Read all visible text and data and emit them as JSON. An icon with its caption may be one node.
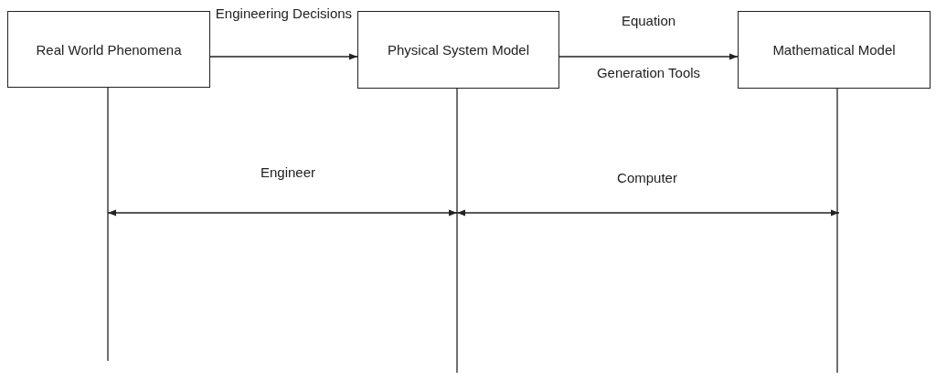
{
  "diagram": {
    "nodes": [
      {
        "text": [
          "Real World Phenomena"
        ]
      },
      {
        "text": [
          "Physical System Model"
        ]
      },
      {
        "text": [
          "Mathematical Model"
        ]
      }
    ],
    "edges": [
      {
        "from": 0,
        "to": 1,
        "arrow": "to",
        "label": "Engineering Decisions"
      },
      {
        "from": 1,
        "to": 2,
        "arrow": "to",
        "label": "Equation Generation Tools"
      }
    ],
    "labels": [
      "Engineer",
      "Computer"
    ]
  }
}
